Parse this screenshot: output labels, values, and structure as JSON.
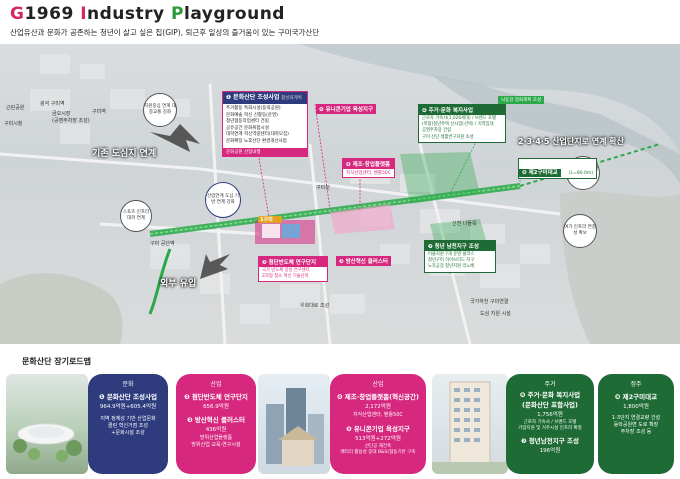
{
  "header": {
    "title_g": "G",
    "title_rest1": "1969 ",
    "title_i": "I",
    "title_rest2": "ndustry ",
    "title_p": "P",
    "title_rest3": "layground",
    "subtitle": "산업유산과 문화가 공존하는 청년이 살고 싶은 집(GIP), 퇴근후 일상의 즐거움이 있는 구미국가산단"
  },
  "map": {
    "callouts": {
      "culture": {
        "title": "❶ 문화산단 조성사업",
        "tag": "활성화계획",
        "items": [
          "주거활동 특화시설(동락공원)",
          "문화예술 혁신 신활동(운영)",
          "청년협동작업센터 건립",
          "공유공간 문화복합시설",
          "대학연계 혁신역량센터(대학모집)",
          "문화확장 노후산단 환경개선사업"
        ],
        "foot": "문화공원 산업내행"
      },
      "uni": {
        "title": "❺ 유니콘기업 육성지구"
      },
      "manufacturing": {
        "title": "❹ 제조·창업플랫폼",
        "sub": "지식산업센터, 벤틀50C"
      },
      "housing": {
        "title": "❻ 주거·문화 복지사업",
        "items": [
          "근로자 기숙사(1,026세대) / 브랜드 호텔",
          "(복합)청년주택 신사업(선택) / 지역임대",
          "공영주차장 건립",
          "구미 산단 생활연구지원 조성"
        ],
        "side": "낙동강 정화계획 조성"
      },
      "lab": {
        "title": "❷ 첨단반도체 연구단지",
        "items": [
          "국가 반도체 양성 연구센터",
          "Z자형 청소 혁신 기술산학"
        ]
      },
      "cluster": {
        "title": "❸ 방산혁신 클러스터"
      },
      "southern": {
        "title": "❼ 청년 남천지구 조성",
        "items": [
          "어울지원 7개 운영 클러스",
          "청년구미 하이브리드 지구",
          "노후공장 청년지원 리노베"
        ]
      },
      "bridge": {
        "title": "❽ 제2구미대교",
        "sub": "(L=80.0m)"
      }
    },
    "labels": {
      "top_left_a": "광석 구미역",
      "top_left_b": "금오시장",
      "top_left_c": "(공영주차장 조성)",
      "top_left_d": "근린공원",
      "top_left_e": "구미시청",
      "gumi_station": "구미역",
      "existing_city": "기존 도심지 연계",
      "influx": "외부 유입",
      "gumi_link": "구미 공단역",
      "link_expand": "2·3·4·5 산업단지로 연계 확산",
      "bridge_line": "신천 나들목",
      "lower_mid": "우회대로 조성",
      "lower_right": "도심 지원 시설",
      "lower_right2": "국가하천 구미연결",
      "stream": "구미천",
      "gold_badge": "1구미"
    },
    "circles": {
      "c1": "지원중심 연계 대중교통 강화",
      "c2": "산업연계 도심 기반 연계 강화",
      "c3": "청년문화 인프라 연계확보",
      "c4": "스포츠 인프라 대학 연계",
      "c5": "여가 인프라 연결성 확보"
    }
  },
  "roadmap": {
    "title": "문화산단 장기로드맵",
    "cards": [
      {
        "category": "문화",
        "color": "#2e3c7e",
        "items": [
          {
            "name": "❶ 문화산단 조성사업",
            "amount": "964.9억원+605.4억원",
            "desc": "지역 정체성 기반 산업문화\n클린 혁신거점 조성\n+문화시설 조성"
          }
        ]
      },
      {
        "category": "산업",
        "color": "#d6287f",
        "items": [
          {
            "name": "❷ 첨단반도체 연구단지",
            "amount": "656.9억원",
            "desc": ""
          },
          {
            "name": "❸ 방산혁신 클러스터",
            "amount": "436억원",
            "desc": "방위산업플랫폼\n방위산업 교육·연구시설"
          }
        ]
      },
      {
        "category": "산업",
        "color": "#d6287f",
        "items": [
          {
            "name": "❹ 제조·창업플랫폼(혁신공간)",
            "amount": "2,172억원",
            "desc": "지식산업센터, 벤틀50C"
          },
          {
            "name": "❺ 유니콘기업 육성지구",
            "amount": "513억원+272억원",
            "desc": "산단공 재건축\n배터리 활용성 증대 B&S(협동기반 구축"
          }
        ]
      },
      {
        "category": "주거",
        "color": "#1e6b35",
        "items": [
          {
            "name": "❻ 주거·문화 복지사업\n(문화산단 포함사업)",
            "amount": "1,756억원",
            "desc": "근로자 기숙사 / 브랜드 호텔\n기업지원 및 거주시설 인프라 확충"
          },
          {
            "name": "❼ 청년남천지구 조성",
            "amount": "196억원",
            "desc": ""
          }
        ]
      },
      {
        "category": "정주",
        "color": "#1e6b35",
        "items": [
          {
            "name": "❽ 제2구미대교",
            "amount": "1,800억원",
            "desc": "1-3단지 연결교량 건설\n동락공원변 도로 확장\n주차장 조성 등"
          }
        ]
      }
    ]
  }
}
